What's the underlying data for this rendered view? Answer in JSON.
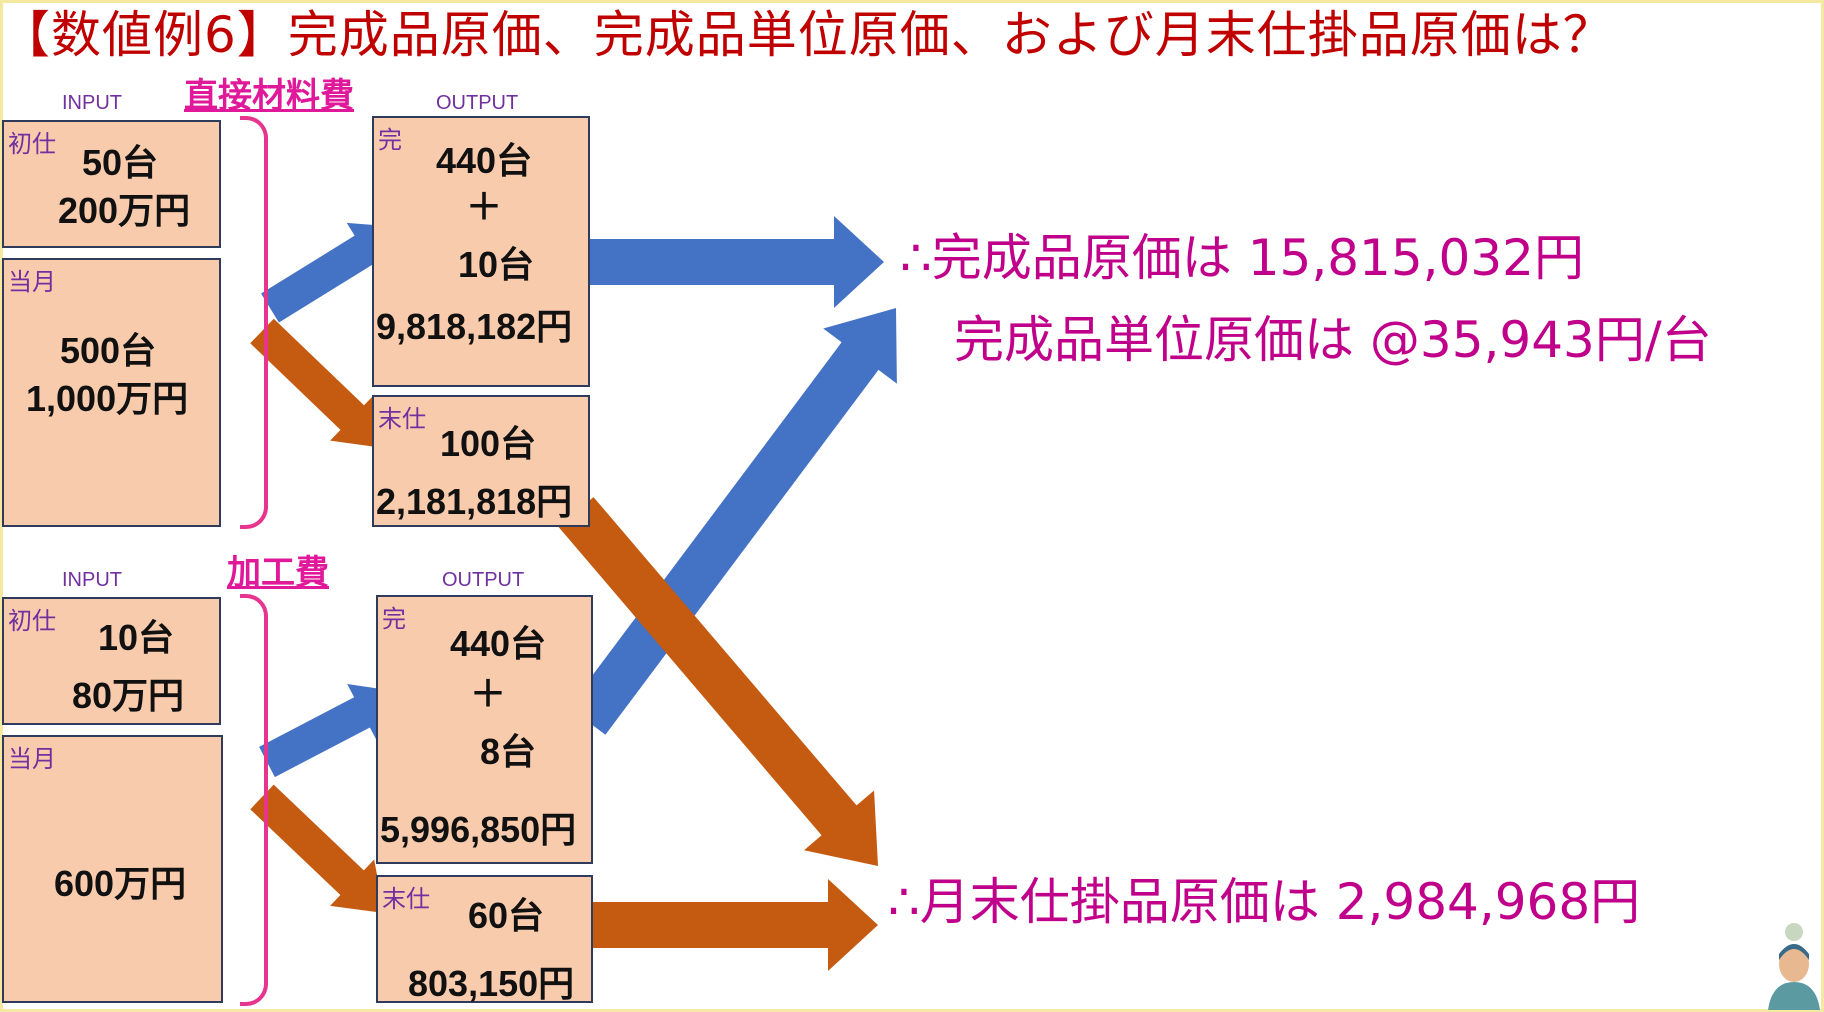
{
  "title": "【数値例6】完成品原価、完成品単位原価、および月末仕掛品原価は？",
  "material": {
    "section_label": "直接材料費",
    "input_label": "INPUT",
    "output_label": "OUTPUT",
    "beginning": {
      "tag": "初仕",
      "units": "50台",
      "cost": "200万円"
    },
    "current": {
      "tag": "当月",
      "units": "500台",
      "cost": "1,000万円"
    },
    "completed": {
      "tag": "完",
      "units": "440台",
      "plus": "＋",
      "extra": "10台",
      "cost": "9,818,182円"
    },
    "ending": {
      "tag": "末仕",
      "units": "100台",
      "cost": "2,181,818円"
    }
  },
  "conversion": {
    "section_label": "加工費",
    "input_label": "INPUT",
    "output_label": "OUTPUT",
    "beginning": {
      "tag": "初仕",
      "units": "10台",
      "cost": "80万円"
    },
    "current": {
      "tag": "当月",
      "cost": "600万円"
    },
    "completed": {
      "tag": "完",
      "units": "440台",
      "plus": "＋",
      "extra": "8台",
      "cost": "5,996,850円"
    },
    "ending": {
      "tag": "末仕",
      "units": "60台",
      "cost": "803,150円"
    }
  },
  "results": {
    "completed_cost": "∴完成品原価は 15,815,032円",
    "unit_cost": "完成品単位原価は @35,943円/台",
    "ending_wip_cost": "∴月末仕掛品原価は 2,984,968円"
  },
  "colors": {
    "blue_arrow": "#4472c4",
    "orange_arrow": "#c55a11",
    "box_fill": "#f8cbad",
    "result_text": "#c0008a",
    "title": "#c00000"
  }
}
